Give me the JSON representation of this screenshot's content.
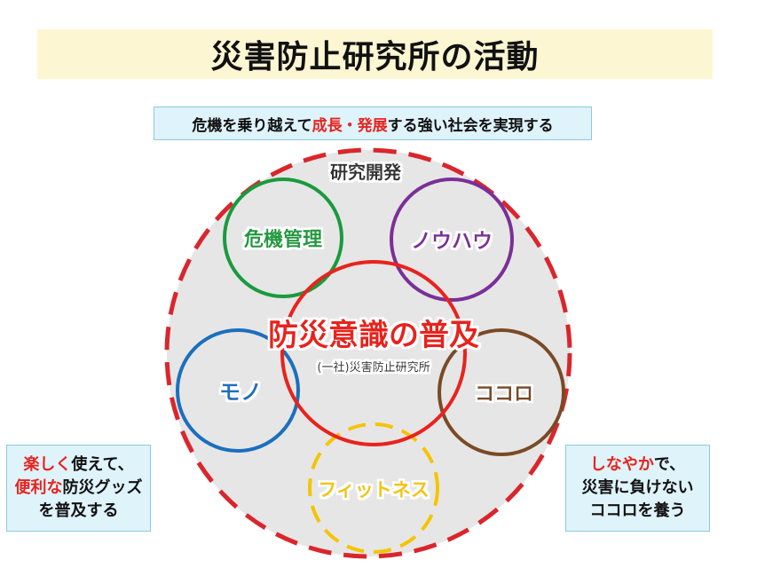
{
  "title": "災害防止研究所の活動",
  "mission": {
    "before": "危機を乗り越えて",
    "highlight1": "成長",
    "separator": "・",
    "highlight2": "発展",
    "after": "する強い社会を実現する"
  },
  "diagram": {
    "outer_label": "研究開発",
    "center_title": "防災意識の普及",
    "center_subtitle": "(一社)災害防止研究所",
    "circles": {
      "kiki": "危機管理",
      "nouhau": "ノウハウ",
      "mono": "モノ",
      "kokoro": "ココロ",
      "fitness": "フィットネス"
    }
  },
  "left_box": {
    "line1_red": "楽しく",
    "line1_rest": "使えて、",
    "line2_red": "便利な",
    "line2_rest": "防災グッズ",
    "line3": "を普及する"
  },
  "right_box": {
    "line1_red": "しなやか",
    "line1_rest": "で、",
    "line2": "災害に負けない",
    "line3": "ココロを養う"
  },
  "colors": {
    "title_bg": "#fdf6d2",
    "box_bg": "#dff3fb",
    "outer_circle_dash": "#d9262c",
    "outer_circle_fill": "#e6e6e6",
    "kiki": "#1a9a3e",
    "nouhau": "#7b2f98",
    "center": "#e8231d",
    "mono": "#1b6fbd",
    "kokoro": "#7a4a26",
    "fitness": "#f5c400",
    "red_text": "#e8231d"
  }
}
